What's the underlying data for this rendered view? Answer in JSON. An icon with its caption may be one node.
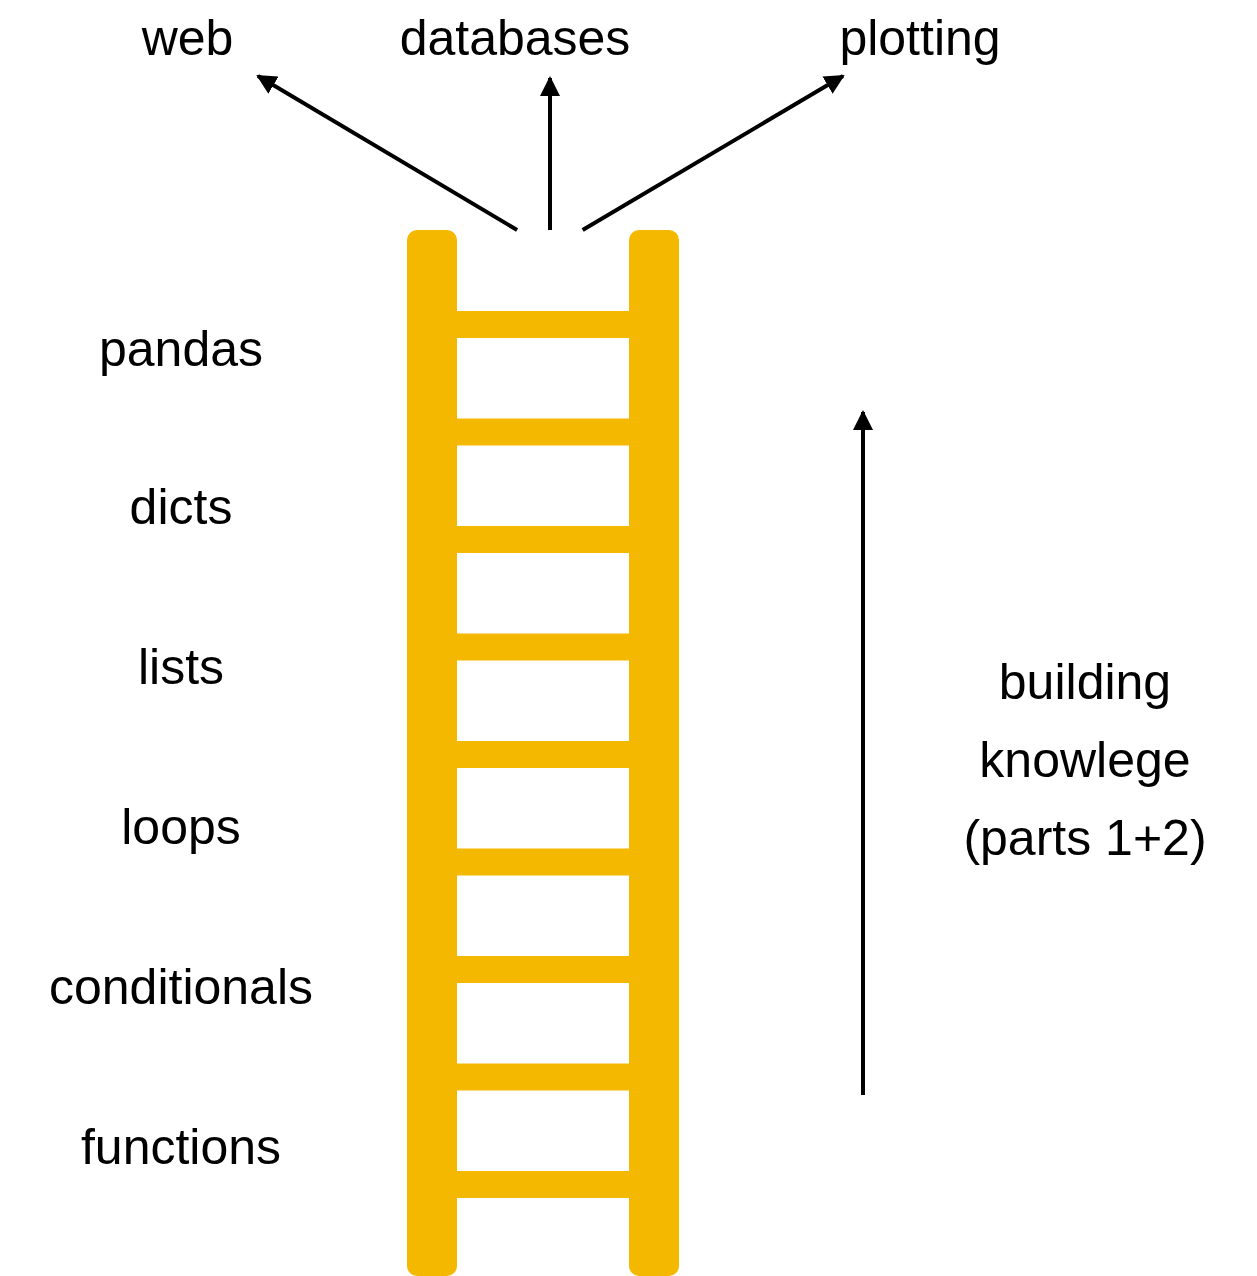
{
  "diagram": {
    "nodes": [
      {
        "text": [],
        "shape": "ladder"
      },
      {
        "text": [
          "web"
        ]
      },
      {
        "text": [
          "databases"
        ]
      },
      {
        "text": [
          "plotting"
        ]
      }
    ],
    "edges": [
      {
        "from": 0,
        "to": 1,
        "arrow": "to"
      },
      {
        "from": 0,
        "to": 2,
        "arrow": "to"
      },
      {
        "from": 0,
        "to": 3,
        "arrow": "to"
      }
    ],
    "labels": [
      "pandas",
      "dicts",
      "lists",
      "loops",
      "conditionals",
      "functions",
      "building knowlege (parts 1+2)"
    ]
  }
}
